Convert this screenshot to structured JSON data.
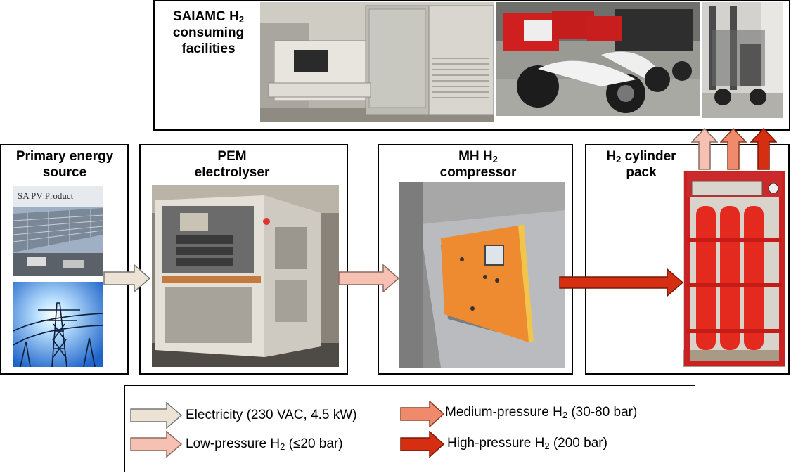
{
  "facilities": {
    "title_pre": "SAIAMC H",
    "title_sub": "2",
    "title_line2": "consuming",
    "title_line3": "facilities"
  },
  "primary": {
    "line1": "Primary energy",
    "line2": "source",
    "pv_label": "SA PV Product"
  },
  "pem": {
    "line1": "PEM",
    "line2": "electrolyser"
  },
  "mh": {
    "line1_pre": "MH H",
    "line1_sub": "2",
    "line2": "compressor"
  },
  "cyl": {
    "line1_pre": "H",
    "line1_sub": "2",
    "line1_post": " cylinder",
    "line2": "pack"
  },
  "legend": {
    "electricity": "Electricity (230 VAC, 4.5 kW)",
    "low_pre": "Low-pressure H",
    "low_sub": "2",
    "low_post": " (≤20 bar)",
    "medium_pre": "Medium-pressure H",
    "medium_sub": "2",
    "medium_post": " (30-80 bar)",
    "high_pre": "High-pressure H",
    "high_sub": "2",
    "high_post": " (200 bar)"
  },
  "colors": {
    "electricity": "#ece3d5",
    "low_pressure": "#f6c0b2",
    "medium_pressure": "#ef8a6c",
    "high_pressure": "#d52e10"
  }
}
